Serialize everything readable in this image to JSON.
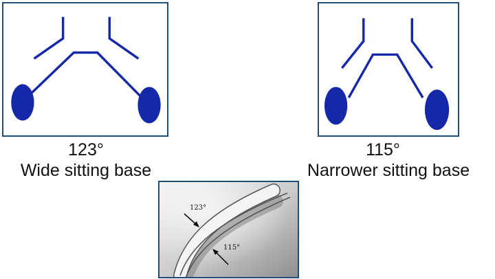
{
  "panels": {
    "wide": {
      "angle": "123°",
      "caption": "Wide sitting base"
    },
    "narrow": {
      "angle": "115°",
      "caption": "Narrower sitting base"
    },
    "bar": {
      "outer_angle": "123°",
      "inner_angle": "115°"
    }
  },
  "colors": {
    "frame_border": "#1f4e79",
    "diagram_blue": "#1428a8",
    "bar_bg_gray": "#b8b8b8"
  }
}
